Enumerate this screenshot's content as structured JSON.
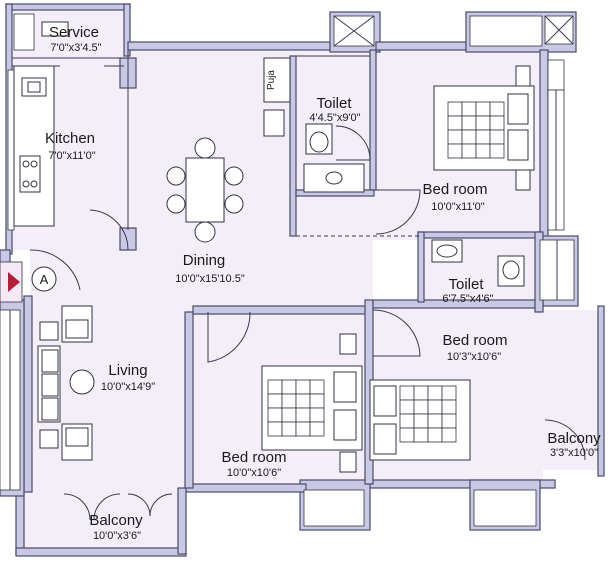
{
  "colors": {
    "floor": "#f3eef7",
    "wall": "#c9c9e6",
    "wall_stroke": "#4a4a6a",
    "entry": "#b0203a"
  },
  "rooms": {
    "service": {
      "name": "Service",
      "dim": "7'0\"x3'4.5\""
    },
    "kitchen": {
      "name": "Kitchen",
      "dim": "7'0\"x11'0\""
    },
    "dining": {
      "name": "Dining",
      "dim": "10'0\"x15'10.5\""
    },
    "toilet1": {
      "name": "Toilet",
      "dim": "4'4.5\"x9'0\""
    },
    "bedroom1": {
      "name": "Bed room",
      "dim": "10'0\"x11'0\""
    },
    "toilet2": {
      "name": "Toilet",
      "dim": "6'7.5\"x4'6\""
    },
    "bedroom2": {
      "name": "Bed room",
      "dim": "10'3\"x10'6\""
    },
    "living": {
      "name": "Living",
      "dim": "10'0\"x14'9\""
    },
    "bedroom3": {
      "name": "Bed room",
      "dim": "10'0\"x10'6\""
    },
    "balcony1": {
      "name": "Balcony",
      "dim": "10'0\"x3'6\""
    },
    "balcony2": {
      "name": "Balcony",
      "dim": "3'3\"x10'0\""
    }
  },
  "labels": {
    "puja": "Puja",
    "entry": "A"
  }
}
